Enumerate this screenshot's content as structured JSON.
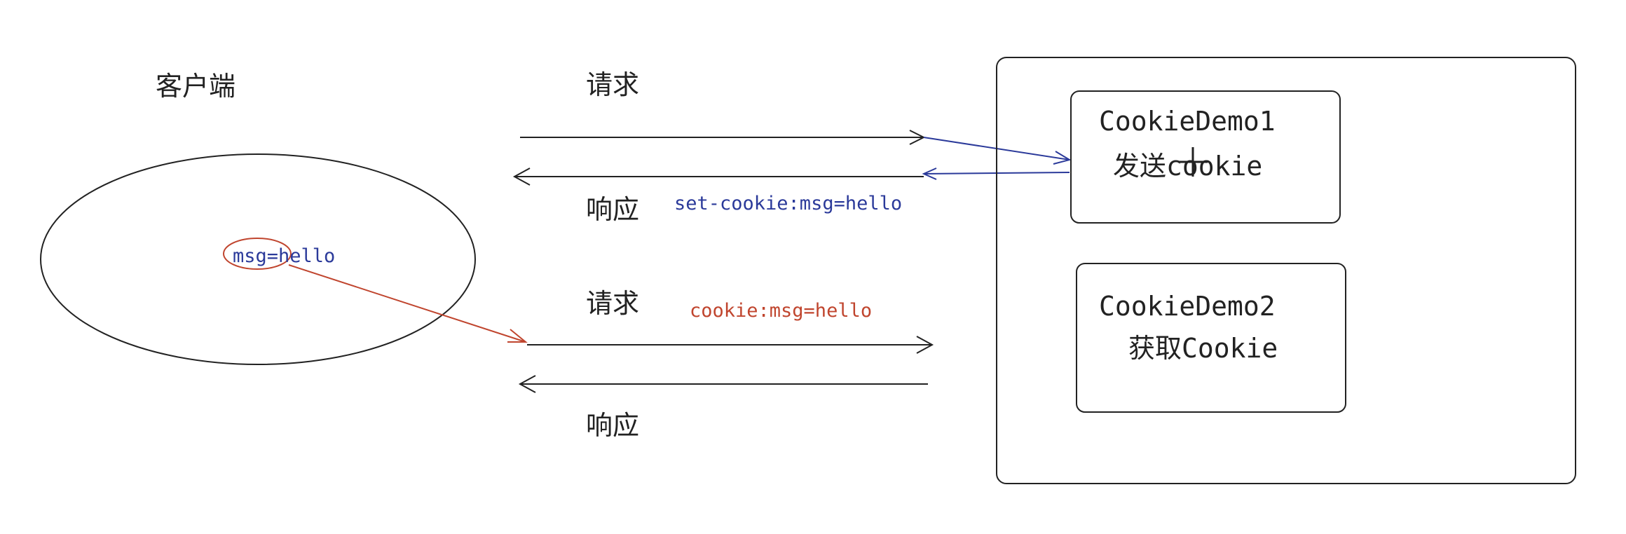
{
  "client": {
    "title": "客户端",
    "stored_cookie": "msg=hello"
  },
  "exchange_1": {
    "request_label": "请求",
    "response_label": "响应",
    "set_cookie_header": "set-cookie:msg=hello"
  },
  "exchange_2": {
    "request_label": "请求",
    "response_label": "响应",
    "cookie_header": "cookie:msg=hello"
  },
  "server": {
    "servlet_1": {
      "name": "CookieDemo1",
      "action": "发送cookie"
    },
    "servlet_2": {
      "name": "CookieDemo2",
      "action": "获取Cookie"
    }
  },
  "colors": {
    "line": "#222222",
    "set_cookie": "#2b3a9a",
    "cookie": "#c0452e"
  }
}
